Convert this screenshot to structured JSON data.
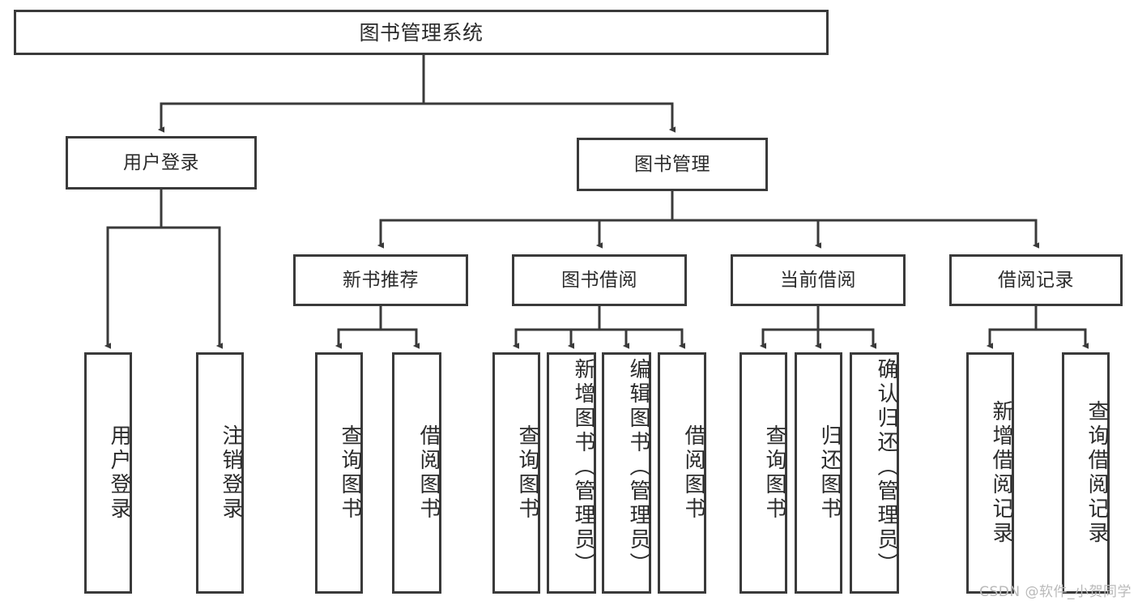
{
  "diagram": {
    "title": "图书管理系统",
    "type": "functional-structure-tree",
    "root": {
      "id": "root",
      "label": "图书管理系统"
    },
    "level1": [
      {
        "id": "user-login",
        "label": "用户登录"
      },
      {
        "id": "book-management",
        "label": "图书管理"
      }
    ],
    "level2": [
      {
        "id": "new-book-recommend",
        "label": "新书推荐",
        "parent": "book-management"
      },
      {
        "id": "book-borrow",
        "label": "图书借阅",
        "parent": "book-management"
      },
      {
        "id": "current-borrow",
        "label": "当前借阅",
        "parent": "book-management"
      },
      {
        "id": "borrow-record",
        "label": "借阅记录",
        "parent": "book-management"
      }
    ],
    "leaves": [
      {
        "id": "leaf-user-login",
        "label": "用户登录",
        "parent": "user-login"
      },
      {
        "id": "leaf-user-logout",
        "label": "注销登录",
        "parent": "user-login"
      },
      {
        "id": "leaf-query-book-recommend",
        "label": "查询图书",
        "parent": "new-book-recommend"
      },
      {
        "id": "leaf-borrow-book-recommend",
        "label": "借阅图书",
        "parent": "new-book-recommend"
      },
      {
        "id": "leaf-query-book-borrow",
        "label": "查询图书",
        "parent": "book-borrow"
      },
      {
        "id": "leaf-add-book",
        "label": "新增图书（管理员）",
        "parent": "book-borrow"
      },
      {
        "id": "leaf-edit-book",
        "label": "编辑图书（管理员）",
        "parent": "book-borrow"
      },
      {
        "id": "leaf-borrow-book",
        "label": "借阅图书",
        "parent": "book-borrow"
      },
      {
        "id": "leaf-query-book-current",
        "label": "查询图书",
        "parent": "current-borrow"
      },
      {
        "id": "leaf-return-book",
        "label": "归还图书",
        "parent": "current-borrow"
      },
      {
        "id": "leaf-confirm-return",
        "label": "确认归还（管理员）",
        "parent": "current-borrow"
      },
      {
        "id": "leaf-add-record",
        "label": "新增借阅记录",
        "parent": "borrow-record"
      },
      {
        "id": "leaf-query-record",
        "label": "查询借阅记录",
        "parent": "borrow-record"
      }
    ]
  },
  "watermark": {
    "text": "CSDN @软件_小贺同学"
  },
  "colors": {
    "stroke": "#3a3a3a",
    "text": "#2b2b2b",
    "background": "#ffffff",
    "watermark": "#b9b9b9"
  }
}
